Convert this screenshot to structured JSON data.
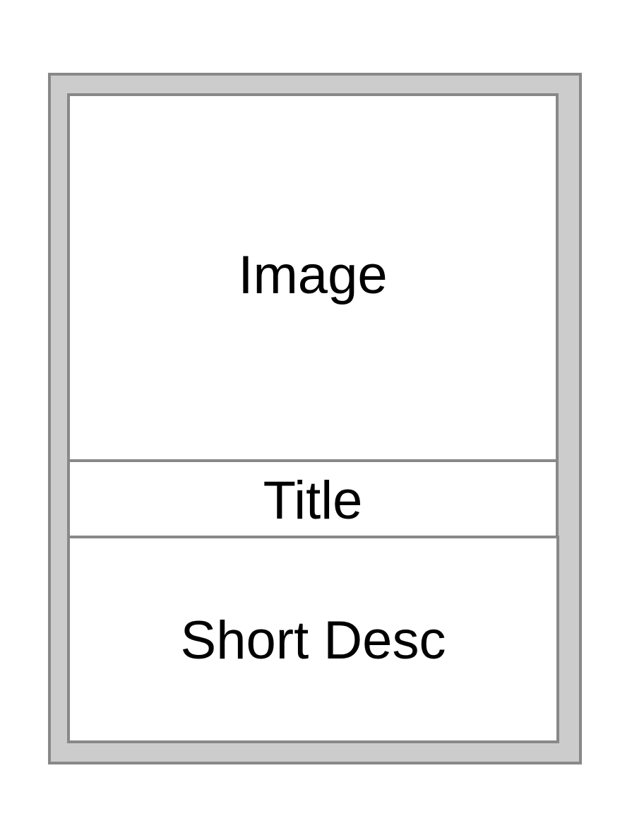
{
  "card": {
    "image_label": "Image",
    "title_label": "Title",
    "desc_label": "Short Desc"
  },
  "colors": {
    "frame_fill": "#cccccc",
    "border": "#888888",
    "section_fill": "#ffffff",
    "text": "#000000"
  }
}
